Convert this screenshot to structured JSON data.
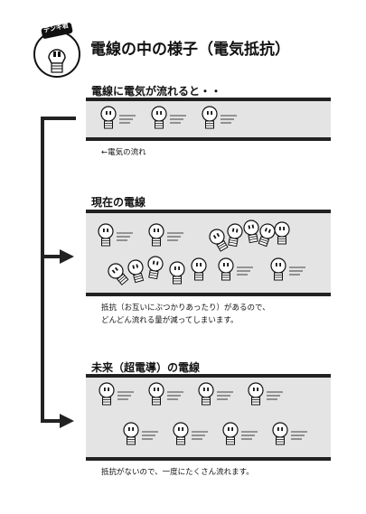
{
  "mascot": {
    "badge": "デンキ君"
  },
  "title": "電線の中の様子（電気抵抗）",
  "sections": [
    {
      "heading": "電線に電気が流れると・・",
      "note": "←電気の流れ"
    },
    {
      "heading": "現在の電線",
      "note_lines": [
        "抵抗（お互いにぶつかりあったり）があるので、",
        "どんどん流れる量が減ってしまいます。"
      ]
    },
    {
      "heading": "未来（超電導）の電線",
      "note": "抵抗がないので、一度にたくさん流れます。"
    }
  ],
  "colors": {
    "panel": "#e4e4e4",
    "line": "#222222"
  }
}
